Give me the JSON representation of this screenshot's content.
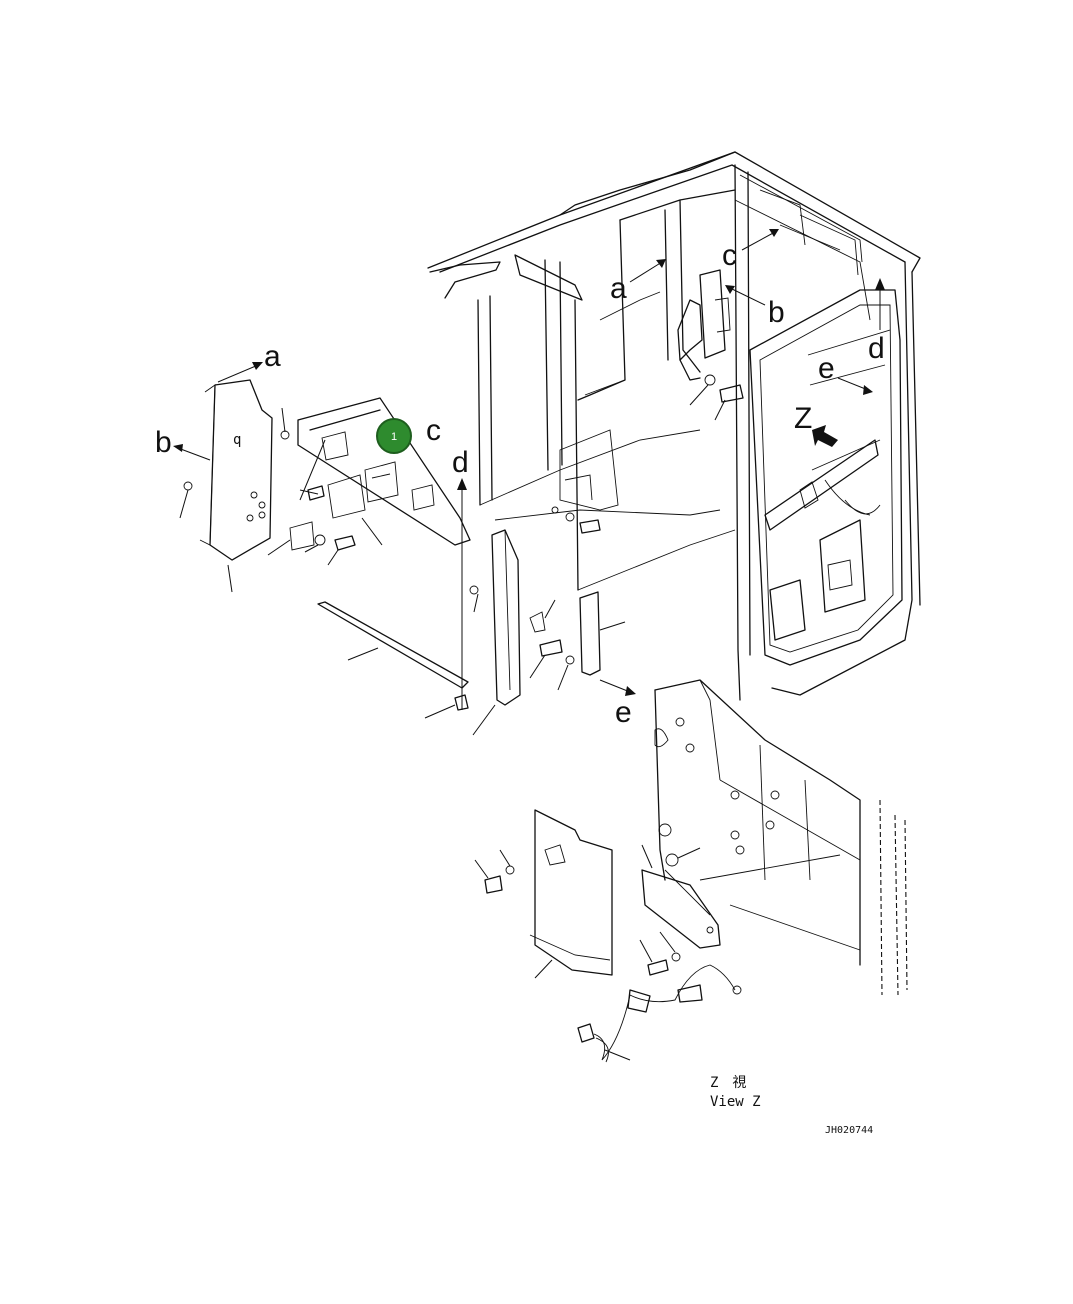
{
  "labels": {
    "a_upper": "a",
    "a_left": "a",
    "b_upper": "b",
    "b_left": "b",
    "c_upper": "c",
    "c_badge": "c",
    "d_left": "d",
    "d_right": "d",
    "e_upper": "e",
    "e_lower": "e",
    "z_view": "Z",
    "q_panel": "q"
  },
  "badge": {
    "number": "1",
    "fill": "#2e8b2e",
    "stroke": "#1e5e1e"
  },
  "caption": {
    "line1": "Z　視",
    "line2": "View Z"
  },
  "drawing_code": "JH020744"
}
